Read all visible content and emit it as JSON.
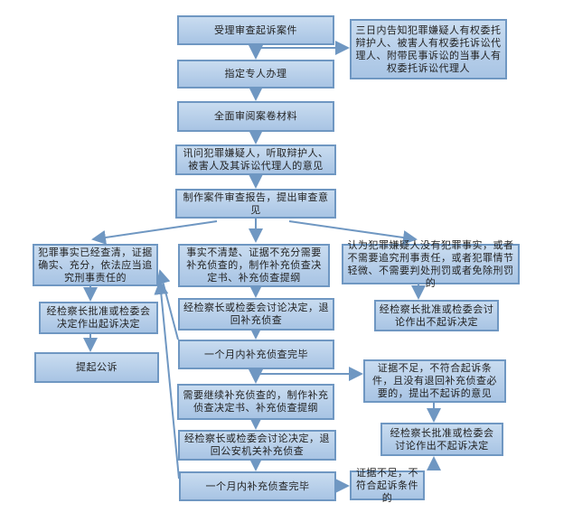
{
  "nodes": {
    "accept": "受理审查起诉案件",
    "notify": "三日内告知犯罪嫌疑人有权委托辩护人、被害人有权委托诉讼代理人、附带民事诉讼的当事人有权委托诉讼代理人",
    "assign": "指定专人办理",
    "review": "全面审阅案卷材料",
    "interrogate": "讯问犯罪嫌疑人，听取辩护人、被害人及其诉讼代理人的意见",
    "report": "制作案件审查报告，提出审查意见",
    "facts_clear": "犯罪事实已经查清，证据确实、充分，依法应当追究刑事责任的",
    "facts_unclear": "事实不清楚、证据不充分需要补充侦查的，制作补充侦查决定书、补充侦查提纲",
    "no_crime": "认为犯罪嫌疑人没有犯罪事实，或者不需要追究刑事责任，或者犯罪情节轻微、不需要判处刑罚或者免除刑罚的",
    "approve_prosecute": "经检察长批准或检委会决定作出起诉决定",
    "return_investigation": "经检察长或检委会讨论决定，退回补充侦查",
    "no_prosecute_1": "经检察长批准或检委会讨论作出不起诉决定",
    "public_prosecution": "提起公诉",
    "month_done_1": "一个月内补充侦查完毕",
    "insufficient_opinion": "证据不足，不符合起诉条件，且没有退回补充侦查必要的，提出不起诉的意见",
    "continue_investigation": "需要继续补充侦查的，制作补充侦查决定书、补充侦查提纲",
    "return_police": "经检察长或检委会讨论决定，退回公安机关补充侦查",
    "no_prosecute_2": "经检察长批准或检委会讨论作出不起诉决定",
    "month_done_2": "一个月内补充侦查完毕",
    "insufficient": "证据不足，不符合起诉条件的"
  }
}
